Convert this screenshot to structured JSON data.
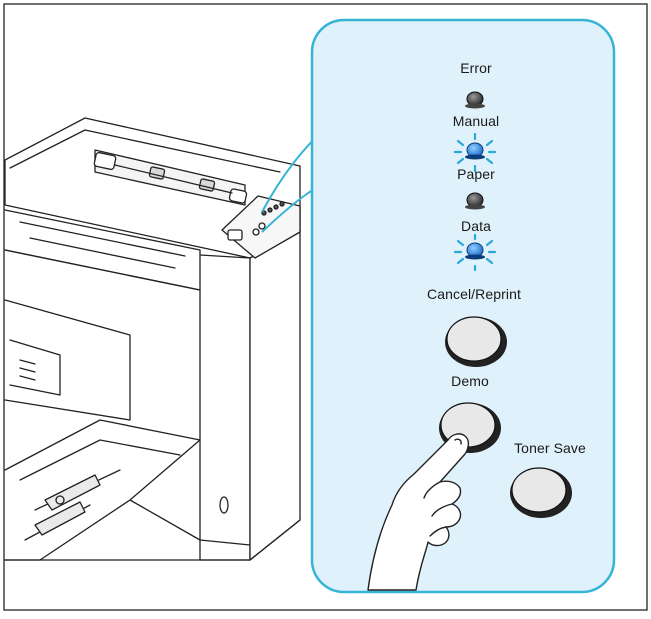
{
  "panel": {
    "leds": [
      {
        "label": "Error",
        "state": "off"
      },
      {
        "label": "Manual",
        "state": "blinking"
      },
      {
        "label": "Paper",
        "state": "off"
      },
      {
        "label": "Data",
        "state": "blinking"
      }
    ],
    "buttons": [
      {
        "label": "Cancel/Reprint",
        "pressed": false
      },
      {
        "label": "Demo",
        "pressed": true
      },
      {
        "label": "Toner Save",
        "pressed": false
      }
    ]
  },
  "colors": {
    "panel_fill": "#dff1fa",
    "panel_border": "#35b4d6",
    "led_on": "#1e7fe0",
    "blink_ray": "#2aa8d8",
    "led_off": "#3a3a3a",
    "button_fill": "#e8e8e8",
    "line": "#222222"
  }
}
